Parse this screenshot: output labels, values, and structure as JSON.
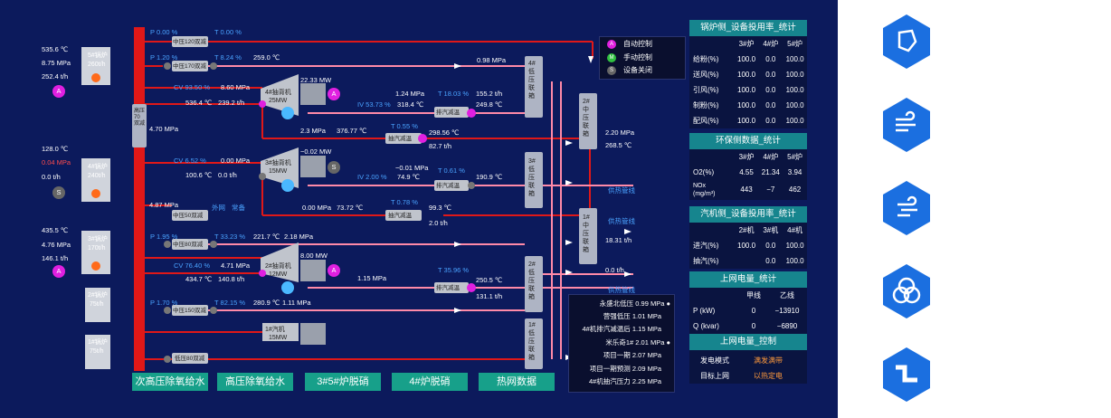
{
  "boilers": [
    {
      "name": "5#锅炉",
      "cap": "260t/h",
      "v1": "535.6 ℃",
      "v2": "8.75 MPa",
      "v3": "252.4 t/h",
      "mode": "A"
    },
    {
      "name": "4#锅炉",
      "cap": "240t/h",
      "v1": "128.0 ℃",
      "v2": "0.04 MPa",
      "v3": "0.0 t/h",
      "mode": "S"
    },
    {
      "name": "3#锅炉",
      "cap": "170t/h",
      "v1": "435.5 ℃",
      "v2": "4.76 MPa",
      "v3": "146.1 t/h",
      "mode": "A"
    },
    {
      "name": "2#锅炉",
      "cap": "75t/h"
    },
    {
      "name": "1#锅炉",
      "cap": "75t/h"
    }
  ],
  "turbines": [
    {
      "name": "4#抽背机",
      "cap": "25MW",
      "power": "22.33 MW",
      "mode": "A"
    },
    {
      "name": "3#抽背机",
      "cap": "15MW",
      "power": "−0.02 MW",
      "mode": "S"
    },
    {
      "name": "2#抽背机",
      "cap": "12MW",
      "power": "8.00 MW",
      "mode": "A"
    },
    {
      "name": "1#汽机",
      "cap": "15MW"
    }
  ],
  "reducers": {
    "r1": "中压120双减",
    "r2": "中压170双减",
    "r3": "高压70双减",
    "r4": "中压50双减",
    "r5": "中压80双减",
    "r6": "中压150双减",
    "r7": "低压80双减",
    "d1": "排汽减温",
    "d2": "抽汽减温",
    "d3": "排汽减温",
    "d4": "抽汽减温",
    "d5": "排汽减温"
  },
  "headers": {
    "h1": "4#低压联箱",
    "h2": "2#中压联箱",
    "h3": "3#低压联箱",
    "h4": "1#中压联箱",
    "h5": "2#低压联箱",
    "h6": "1#低压联箱"
  },
  "readings": {
    "p1": "P 0.00 %",
    "t1": "T 0.00 %",
    "p2": "P 1.20 %",
    "t2": "T 8.24 %",
    "t2b": "259.0 ℃",
    "cv1": "CV 93.50 %",
    "cv1b": "8.60 MPa",
    "r1a": "536.4 ℃",
    "r1b": "239.2 t/h",
    "lp1": "0.98 MPa",
    "mp1": "1.24 MPa",
    "t3": "T 18.03 %",
    "t3b": "155.2 t/h",
    "iv1": "IV 53.73 %",
    "iv1b": "318.4 ℃",
    "t3c": "249.8 ℃",
    "hp": "4.70 MPa",
    "s1": "2.3 MPa",
    "s1b": "376.77 ℃",
    "t4": "T 0.55 %",
    "t4b": "298.56 ℃",
    "t4c": "82.7 t/h",
    "mp2a": "2.20 MPa",
    "mp2b": "268.5 ℃",
    "cv2": "CV 6.52 %",
    "cv2b": "0.00 MPa",
    "r2a": "100.6 ℃",
    "r2b": "0.0 t/h",
    "lp2": "−0.01 MPa",
    "lp2b": "74.9 ℃",
    "t5": "T 0.61 %",
    "t5b": "190.9 ℃",
    "iv2": "IV 2.00 %",
    "gr1": "供热管线",
    "p50": "4.87 MPa",
    "ext": "外网",
    "ext2": "常备",
    "s2": "0.00 MPa",
    "s2b": "73.72 ℃",
    "t6": "T 0.78 %",
    "t6b": "99.3 ℃",
    "t6c": "2.0 t/h",
    "gr2": "供热管线",
    "p3": "P 1.95 %",
    "t7": "T 33.23 %",
    "t7b": "221.7 ℃",
    "t7c": "2.18 MPa",
    "mp3": "18.31 t/h",
    "cv3": "CV 76.40 %",
    "cv3b": "4.71 MPa",
    "r3a": "434.7 ℃",
    "r3b": "140.8 t/h",
    "mp4": "1.15 MPa",
    "t8": "T 35.96 %",
    "t8b": "250.5 ℃",
    "t8c": "131.1 t/h",
    "lp3": "0.0 t/h",
    "gr3": "供热管线",
    "p4": "P 1.70 %",
    "t9": "T 82.15 %",
    "t9b": "280.9 ℃",
    "t9c": "1.11 MPa"
  },
  "legend": [
    {
      "sym": "A",
      "label": "自动控制",
      "color": "#e020e0"
    },
    {
      "sym": "M",
      "label": "手动控制",
      "color": "#30c040"
    },
    {
      "sym": "S",
      "label": "设备关闭",
      "color": "#666666"
    }
  ],
  "heat": [
    {
      "label": "永盛北低压",
      "value": "0.99 MPa",
      "dot": true
    },
    {
      "label": "营强低压",
      "value": "1.01 MPa",
      "dot": false
    },
    {
      "label": "4#机排汽减温后",
      "value": "1.15 MPa",
      "dot": false
    },
    {
      "label": "米乐奇1#",
      "value": "2.01 MPa",
      "dot": true
    },
    {
      "label": "项目一期",
      "value": "2.07 MPa",
      "dot": false
    },
    {
      "label": "项目一期预测",
      "value": "2.09 MPa",
      "dot": false
    },
    {
      "label": "4#机抽汽压力",
      "value": "2.25 MPa",
      "dot": false
    }
  ],
  "tabs": [
    "次高压除氧给水",
    "高压除氧给水",
    "3#5#炉脱硝",
    "4#炉脱硝",
    "热网数据"
  ],
  "panels": {
    "boiler": {
      "title": "锅炉侧_设备投用率_统计",
      "cols": [
        "",
        "3#炉",
        "4#炉",
        "5#炉"
      ],
      "rows": [
        [
          "给粉(%)",
          "100.0",
          "0.0",
          "100.0"
        ],
        [
          "送风(%)",
          "100.0",
          "0.0",
          "100.0"
        ],
        [
          "引风(%)",
          "100.0",
          "0.0",
          "100.0"
        ],
        [
          "制粉(%)",
          "100.0",
          "0.0",
          "100.0"
        ],
        [
          "配风(%)",
          "100.0",
          "0.0",
          "100.0"
        ]
      ]
    },
    "env": {
      "title": "环保侧数据_统计",
      "cols": [
        "",
        "3#炉",
        "4#炉",
        "5#炉"
      ],
      "rows": [
        [
          "O2(%)",
          "4.55",
          "21.34",
          "3.94"
        ],
        [
          "NOx\n(mg/m³)",
          "443",
          "−7",
          "462"
        ]
      ]
    },
    "turb": {
      "title": "汽机侧_设备投用率_统计",
      "cols": [
        "",
        "2#机",
        "3#机",
        "4#机"
      ],
      "rows": [
        [
          "进汽(%)",
          "100.0",
          "0.0",
          "100.0"
        ],
        [
          "抽汽(%)",
          "",
          "0.0",
          "100.0"
        ]
      ]
    },
    "grid": {
      "title": "上网电量_统计",
      "cols": [
        "",
        "甲线",
        "乙线"
      ],
      "rows": [
        [
          "P (kW)",
          "0",
          "−13910"
        ],
        [
          "Q (kvar)",
          "0",
          "−6890"
        ]
      ]
    },
    "ctrl": {
      "title": "上网电量_控制",
      "rows": [
        [
          "发电模式",
          "满发满带"
        ],
        [
          "目标上网",
          "以热定电"
        ]
      ]
    }
  },
  "icons": [
    "hex-boiler-icon",
    "hex-wind-icon",
    "hex-air-icon",
    "hex-circles-icon",
    "hex-pipe-icon"
  ]
}
